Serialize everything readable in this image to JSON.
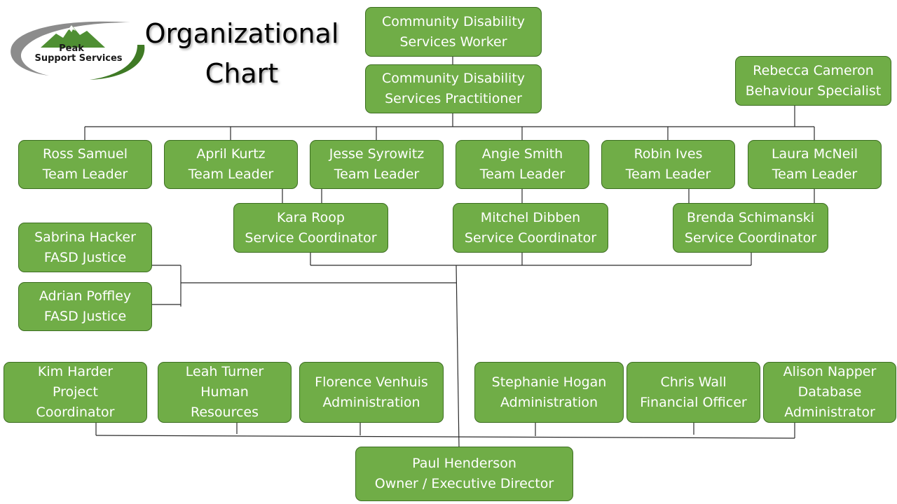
{
  "title": [
    "Organizational",
    "Chart"
  ],
  "logo": {
    "line1": "Peak",
    "line2": "Support Services",
    "icon": "mountain-logo"
  },
  "colors": {
    "box_fill": "#70ad47",
    "box_border": "#3c6e21",
    "text": "#ffffff",
    "line": "#2b2b2b"
  },
  "positions": {
    "cdsw": [
      "Community Disability",
      "Services Worker"
    ],
    "cdsp": [
      "Community Disability",
      "Services Practitioner"
    ],
    "rebecca": [
      "Rebecca Cameron",
      "Behaviour Specialist"
    ],
    "ross": [
      "Ross Samuel",
      "Team Leader"
    ],
    "april": [
      "April Kurtz",
      "Team Leader"
    ],
    "jesse": [
      "Jesse Syrowitz",
      "Team Leader"
    ],
    "angie": [
      "Angie Smith",
      "Team Leader"
    ],
    "robin": [
      "Robin Ives",
      "Team Leader"
    ],
    "laura": [
      "Laura McNeil",
      "Team Leader"
    ],
    "kara": [
      "Kara Roop",
      "Service Coordinator"
    ],
    "mitchel": [
      "Mitchel Dibben",
      "Service Coordinator"
    ],
    "brenda": [
      "Brenda Schimanski",
      "Service Coordinator"
    ],
    "sabrina": [
      "Sabrina Hacker",
      "FASD Justice"
    ],
    "adrian": [
      "Adrian Poffley",
      "FASD Justice"
    ],
    "kim": [
      "Kim Harder",
      "Project",
      "Coordinator"
    ],
    "leah": [
      "Leah Turner",
      "Human",
      "Resources"
    ],
    "florence": [
      "Florence Venhuis",
      "Administration"
    ],
    "stephanie": [
      "Stephanie Hogan",
      "Administration"
    ],
    "chris": [
      "Chris Wall",
      "Financial Officer"
    ],
    "alison": [
      "Alison Napper",
      "Database",
      "Administrator"
    ],
    "paul": [
      "Paul Henderson",
      "Owner / Executive Director"
    ]
  }
}
